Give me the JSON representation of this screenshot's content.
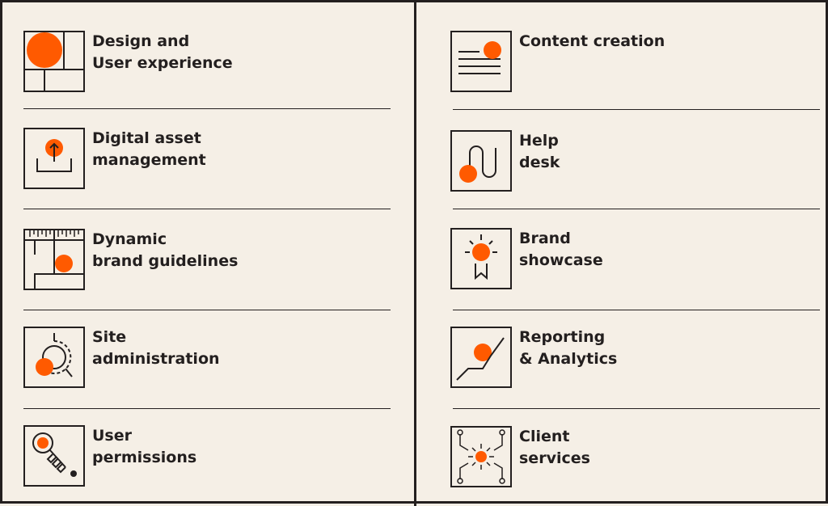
{
  "colors": {
    "accent": "#ff5a00",
    "ink": "#231f1f",
    "background": "#f5efe6"
  },
  "left_column": [
    {
      "icon": "layout-grid-icon",
      "line1": "Design and",
      "line2": "User experience"
    },
    {
      "icon": "upload-icon",
      "line1": "Digital asset",
      "line2": "management"
    },
    {
      "icon": "ruler-blueprint-icon",
      "line1": "Dynamic",
      "line2": "brand guidelines"
    },
    {
      "icon": "gear-admin-icon",
      "line1": "Site",
      "line2": "administration"
    },
    {
      "icon": "key-icon",
      "line1": "User",
      "line2": "permissions"
    }
  ],
  "right_column": [
    {
      "icon": "document-icon",
      "line1": "Content creation",
      "line2": ""
    },
    {
      "icon": "headset-cable-icon",
      "line1": "Help",
      "line2": "desk"
    },
    {
      "icon": "award-badge-icon",
      "line1": "Brand",
      "line2": "showcase"
    },
    {
      "icon": "chart-line-icon",
      "line1": "Reporting",
      "line2": "& Analytics"
    },
    {
      "icon": "network-hub-icon",
      "line1": "Client",
      "line2": "services"
    }
  ]
}
